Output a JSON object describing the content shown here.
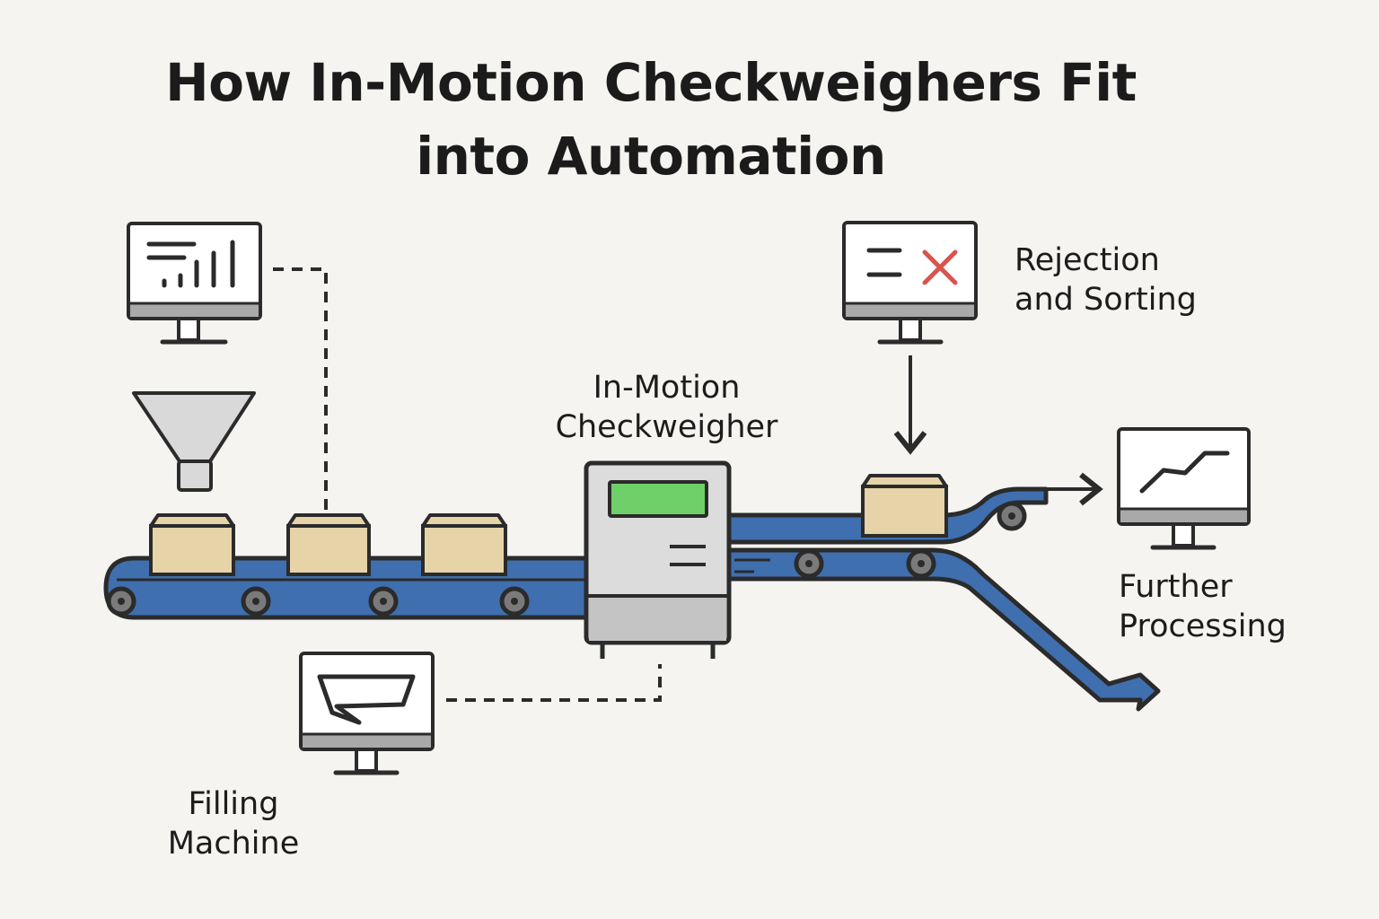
{
  "title": {
    "line1": "How In-Motion Checkweighers Fit",
    "line2": "into Automation"
  },
  "labels": {
    "checkweigher": {
      "line1": "In-Motion",
      "line2": "Checkweigher"
    },
    "rejection": {
      "line1": "Rejection",
      "line2": "and Sorting"
    },
    "further": {
      "line1": "Further",
      "line2": "Processing"
    },
    "filling": {
      "line1": "Filling",
      "line2": "Machine"
    }
  },
  "icons": {
    "data_monitor": "bar-chart-monitor-icon",
    "reject_monitor": "reject-x-monitor-icon",
    "trend_monitor": "trend-line-monitor-icon",
    "filling_monitor": "outline-shape-monitor-icon",
    "hopper": "funnel-icon",
    "box": "cardboard-box-icon"
  },
  "colors": {
    "background": "#f5f4f1",
    "outline": "#2b2b2b",
    "conveyor": "#3f6fae",
    "box": "#e6d3a7",
    "machine": "#dcdcdc",
    "display": "#6fd06a",
    "reject_mark": "#d9534f",
    "monitor_base": "#a9a9a9"
  }
}
